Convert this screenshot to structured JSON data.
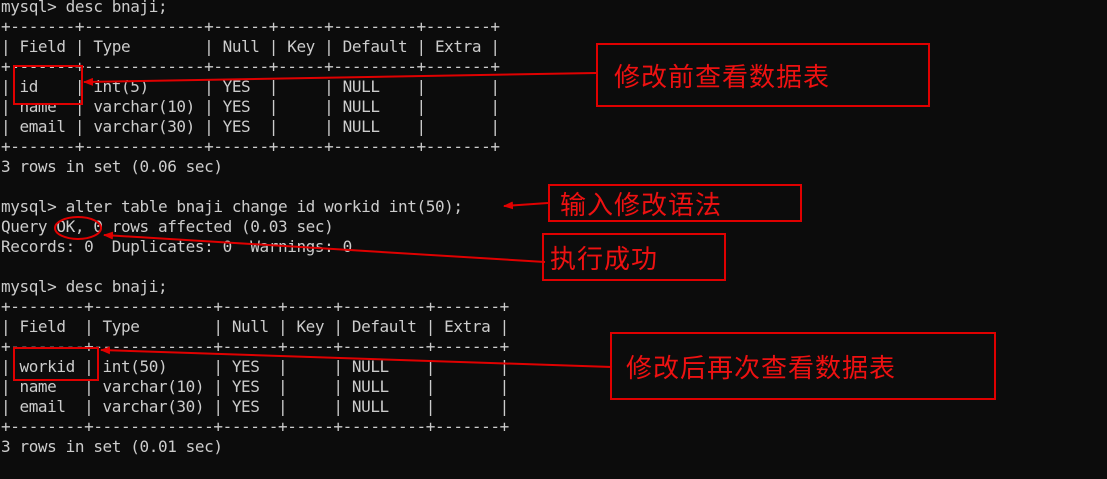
{
  "terminal": {
    "lines": [
      "mysql> desc bnaji;",
      "+-------+-------------+------+-----+---------+-------+",
      "| Field | Type        | Null | Key | Default | Extra |",
      "+-------+-------------+------+-----+---------+-------+",
      "| id    | int(5)      | YES  |     | NULL    |       |",
      "| name  | varchar(10) | YES  |     | NULL    |       |",
      "| email | varchar(30) | YES  |     | NULL    |       |",
      "+-------+-------------+------+-----+---------+-------+",
      "3 rows in set (0.06 sec)",
      "",
      "mysql> alter table bnaji change id workid int(50);",
      "Query OK, 0 rows affected (0.03 sec)",
      "Records: 0  Duplicates: 0  Warnings: 0",
      "",
      "mysql> desc bnaji;",
      "+--------+-------------+------+-----+---------+-------+",
      "| Field  | Type        | Null | Key | Default | Extra |",
      "+--------+-------------+------+-----+---------+-------+",
      "| workid | int(50)     | YES  |     | NULL    |       |",
      "| name   | varchar(10) | YES  |     | NULL    |       |",
      "| email  | varchar(30) | YES  |     | NULL    |       |",
      "+--------+-------------+------+-----+---------+-------+",
      "3 rows in set (0.01 sec)"
    ]
  },
  "annotations": {
    "before": "修改前查看数据表",
    "syntax": "输入修改语法",
    "success": "执行成功",
    "after": "修改后再次查看数据表"
  },
  "colors": {
    "background": "#0c0c0c",
    "text": "#cccccc",
    "annotation": "#e00000"
  }
}
